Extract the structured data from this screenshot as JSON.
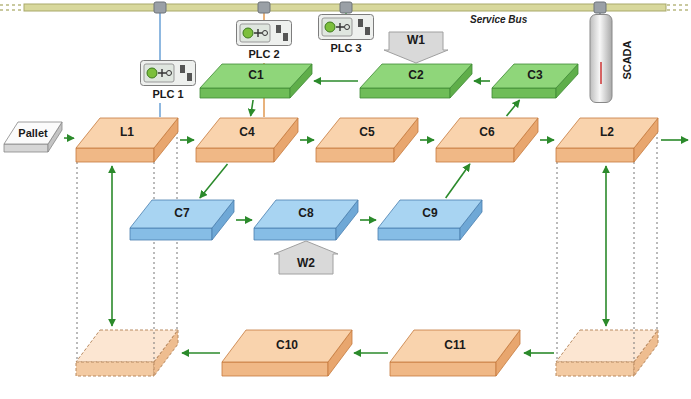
{
  "diagram": {
    "nodes": [
      {
        "text": [
          "PLC 1"
        ]
      },
      {
        "text": [
          "PLC 2"
        ]
      },
      {
        "text": [
          "PLC 3"
        ]
      },
      {
        "text": [
          "SCADA"
        ]
      },
      {
        "text": [
          "W1"
        ]
      },
      {
        "text": [
          "C1"
        ]
      },
      {
        "text": [
          "C2"
        ]
      },
      {
        "text": [
          "C3"
        ]
      },
      {
        "text": [
          "Pallet"
        ]
      },
      {
        "text": [
          "L1"
        ]
      },
      {
        "text": [
          "C4"
        ]
      },
      {
        "text": [
          "C5"
        ]
      },
      {
        "text": [
          "C6"
        ]
      },
      {
        "text": [
          "L2"
        ]
      },
      {
        "text": [
          "C7"
        ]
      },
      {
        "text": [
          "C8"
        ]
      },
      {
        "text": [
          "C9"
        ]
      },
      {
        "text": [
          "W2"
        ]
      },
      {
        "text": [
          "C10"
        ]
      },
      {
        "text": [
          "C11"
        ]
      }
    ],
    "edges": [
      {
        "from": 8,
        "to": 9,
        "arrow": "to"
      },
      {
        "from": 9,
        "to": 10,
        "arrow": "to"
      },
      {
        "from": 10,
        "to": 11,
        "arrow": "to"
      },
      {
        "from": 11,
        "to": 12,
        "arrow": "to"
      },
      {
        "from": 12,
        "to": 13,
        "arrow": "to"
      },
      {
        "from": 7,
        "to": 6,
        "arrow": "to"
      },
      {
        "from": 6,
        "to": 5,
        "arrow": "to"
      },
      {
        "from": 5,
        "to": 10,
        "arrow": "to"
      },
      {
        "from": 12,
        "to": 7,
        "arrow": "to"
      },
      {
        "from": 10,
        "to": 14,
        "arrow": "to"
      },
      {
        "from": 14,
        "to": 15,
        "arrow": "to"
      },
      {
        "from": 15,
        "to": 16,
        "arrow": "to"
      },
      {
        "from": 16,
        "to": 12,
        "arrow": "to"
      },
      {
        "from": 19,
        "to": 18,
        "arrow": "to"
      },
      {
        "from": 0,
        "to": 9,
        "arrow": "none"
      },
      {
        "from": 1,
        "to": 10,
        "arrow": "none"
      }
    ],
    "labels": [
      "Service Bus"
    ]
  }
}
